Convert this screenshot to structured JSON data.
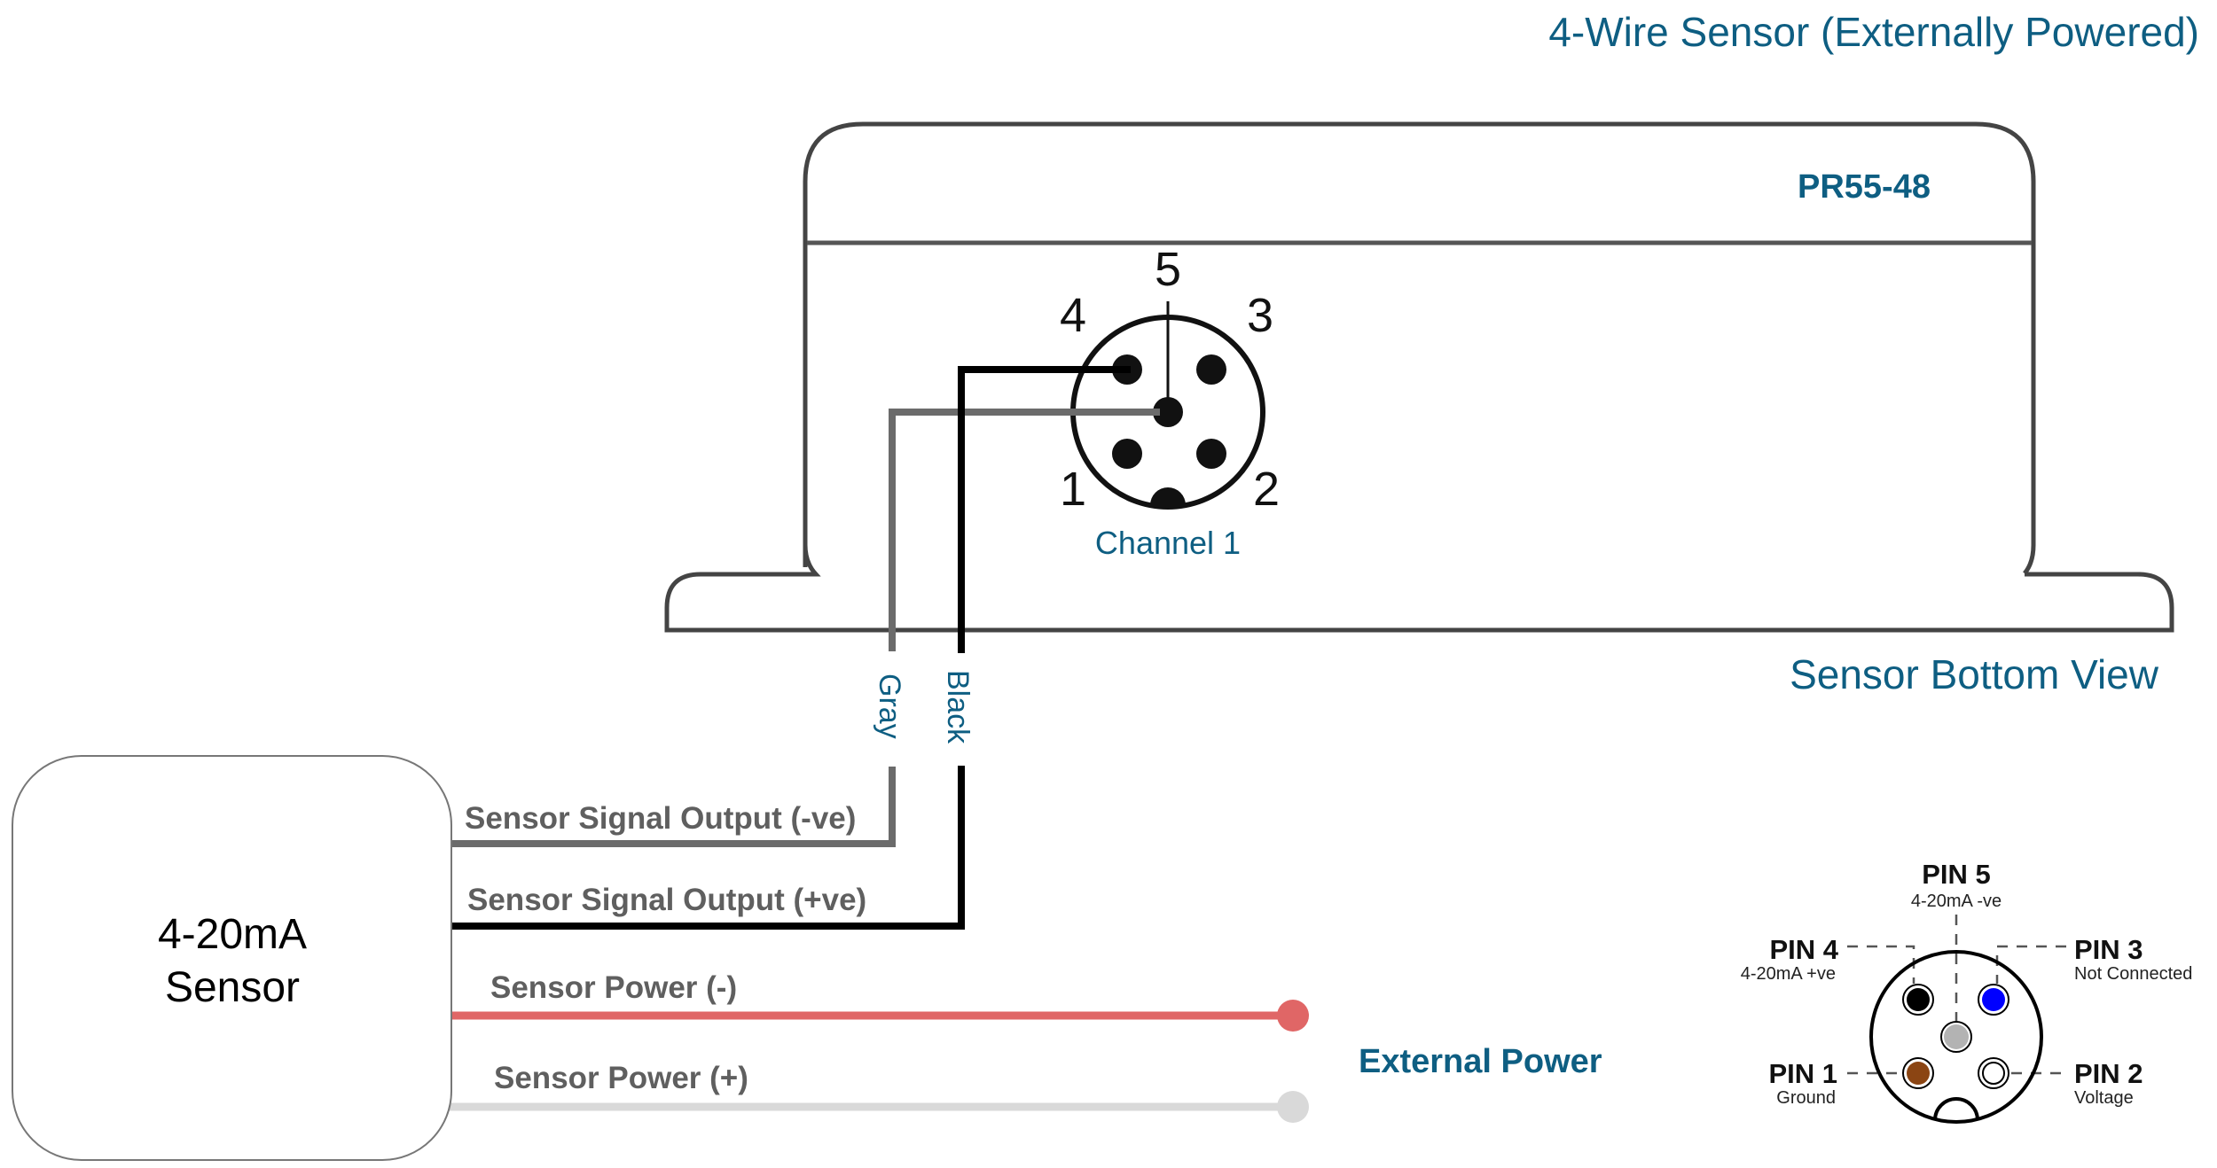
{
  "title": "4-Wire Sensor (Externally Powered)",
  "device": {
    "model": "PR55-48",
    "view_label": "Sensor Bottom View",
    "channel_label": "Channel 1",
    "connector_pin_numbers": [
      "1",
      "2",
      "3",
      "4",
      "5"
    ]
  },
  "wire_colors": {
    "gray_label": "Gray",
    "black_label": "Black"
  },
  "sensor": {
    "line1": "4-20mA",
    "line2": "Sensor"
  },
  "wires": [
    {
      "id": "signal-neg",
      "label": "Sensor Signal Output (-ve)",
      "color": "#6b6b6b"
    },
    {
      "id": "signal-pos",
      "label": "Sensor Signal Output (+ve)",
      "color": "#000000"
    },
    {
      "id": "power-neg",
      "label": "Sensor Power (-)",
      "color": "#e06666"
    },
    {
      "id": "power-pos",
      "label": "Sensor Power (+)",
      "color": "#d9d9d9"
    }
  ],
  "external_power_label": "External Power",
  "pin_legend": [
    {
      "pin": "PIN 5",
      "desc": "4-20mA -ve",
      "color": "#b3b3b3"
    },
    {
      "pin": "PIN 4",
      "desc": "4-20mA +ve",
      "color": "#000000"
    },
    {
      "pin": "PIN 3",
      "desc": "Not Connected",
      "color": "#0000ff"
    },
    {
      "pin": "PIN 1",
      "desc": "Ground",
      "color": "#8b4513"
    },
    {
      "pin": "PIN 2",
      "desc": "Voltage",
      "color": "#ffffff"
    }
  ],
  "colors": {
    "accent": "#0e5e82",
    "outline": "#444444",
    "label_gray": "#5f5f5f"
  }
}
